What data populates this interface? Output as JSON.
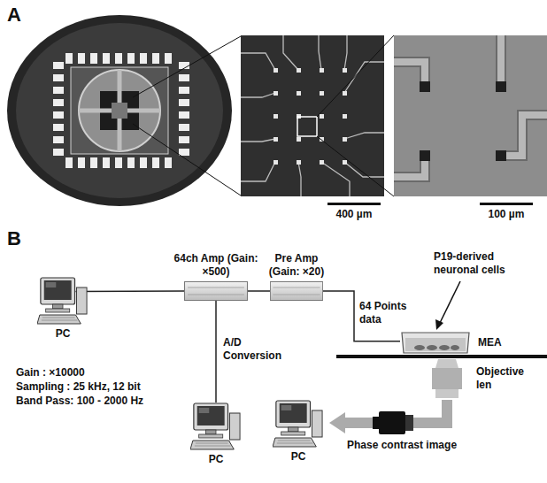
{
  "diagram": {
    "nodes": [
      {
        "text": [
          "PC"
        ]
      },
      {
        "text": [
          "64ch Amp (Gain: ×500)"
        ]
      },
      {
        "text": [
          "Pre Amp (Gain: ×20)"
        ]
      },
      {
        "text": [
          "MEA"
        ]
      },
      {
        "text": [
          "PC"
        ]
      },
      {
        "text": [
          "PC"
        ]
      },
      {
        "text": [
          "Objective len"
        ]
      }
    ],
    "edges": [
      {
        "from": 0,
        "to": 1,
        "arrow": "none"
      },
      {
        "from": 1,
        "to": 2,
        "arrow": "none"
      },
      {
        "from": 2,
        "to": 3,
        "label": "64 Points data",
        "arrow": "none"
      },
      {
        "from": 1,
        "to": 4,
        "label": "A/D Conversion",
        "arrow": "none"
      }
    ],
    "labels": [
      "A",
      "400 µm",
      "100 µm",
      "B",
      "P19-derived neuronal cells",
      "Gain : ×10000",
      "Sampling : 25 kHz, 12 bit",
      "Band Pass: 100 - 2000 Hz",
      "Phase contrast image"
    ]
  }
}
